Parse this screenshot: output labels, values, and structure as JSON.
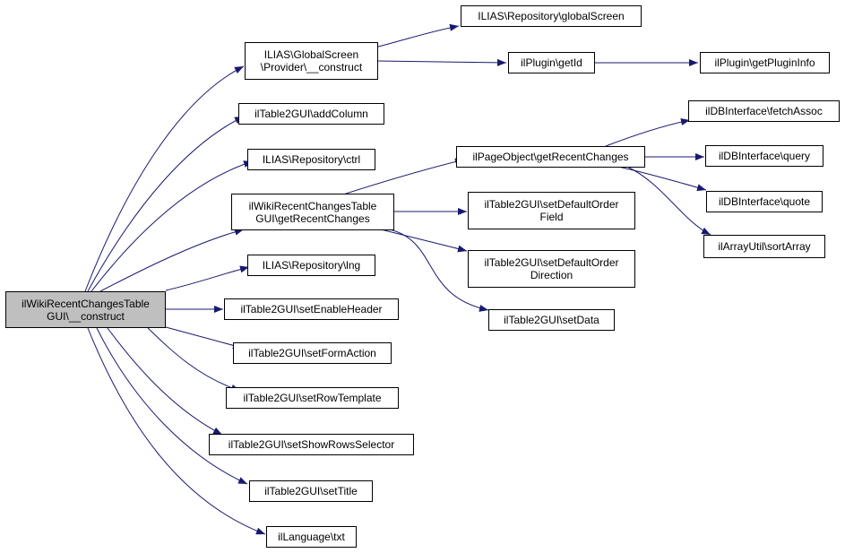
{
  "colors": {
    "edge": "#191970",
    "root_fill": "#bfbfbf",
    "node_fill": "#ffffff",
    "border": "#000000"
  },
  "nodes": {
    "root": {
      "line1": "ilWikiRecentChangesTable",
      "line2": "GUI\\__construct"
    },
    "gs_provider": {
      "line1": "ILIAS\\GlobalScreen",
      "line2": "\\Provider\\__construct"
    },
    "add_column": {
      "label": "ilTable2GUI\\addColumn"
    },
    "repo_ctrl": {
      "label": "ILIAS\\Repository\\ctrl"
    },
    "get_recent_changes": {
      "line1": "ilWikiRecentChangesTable",
      "line2": "GUI\\getRecentChanges"
    },
    "repo_lng": {
      "label": "ILIAS\\Repository\\lng"
    },
    "set_enable_header": {
      "label": "ilTable2GUI\\setEnableHeader"
    },
    "set_form_action": {
      "label": "ilTable2GUI\\setFormAction"
    },
    "set_row_template": {
      "label": "ilTable2GUI\\setRowTemplate"
    },
    "set_show_rows_selector": {
      "label": "ilTable2GUI\\setShowRowsSelector"
    },
    "set_title": {
      "label": "ilTable2GUI\\setTitle"
    },
    "language_txt": {
      "label": "ilLanguage\\txt"
    },
    "repo_global_screen": {
      "label": "ILIAS\\Repository\\globalScreen"
    },
    "plugin_get_id": {
      "label": "ilPlugin\\getId"
    },
    "plugin_get_info": {
      "label": "ilPlugin\\getPluginInfo"
    },
    "page_object_recent": {
      "label": "ilPageObject\\getRecentChanges"
    },
    "set_default_order_field": {
      "line1": "ilTable2GUI\\setDefaultOrder",
      "line2": "Field"
    },
    "set_default_order_direction": {
      "line1": "ilTable2GUI\\setDefaultOrder",
      "line2": "Direction"
    },
    "set_data": {
      "label": "ilTable2GUI\\setData"
    },
    "db_fetch_assoc": {
      "label": "ilDBInterface\\fetchAssoc"
    },
    "db_query": {
      "label": "ilDBInterface\\query"
    },
    "db_quote": {
      "label": "ilDBInterface\\quote"
    },
    "array_sort": {
      "label": "ilArrayUtil\\sortArray"
    }
  }
}
